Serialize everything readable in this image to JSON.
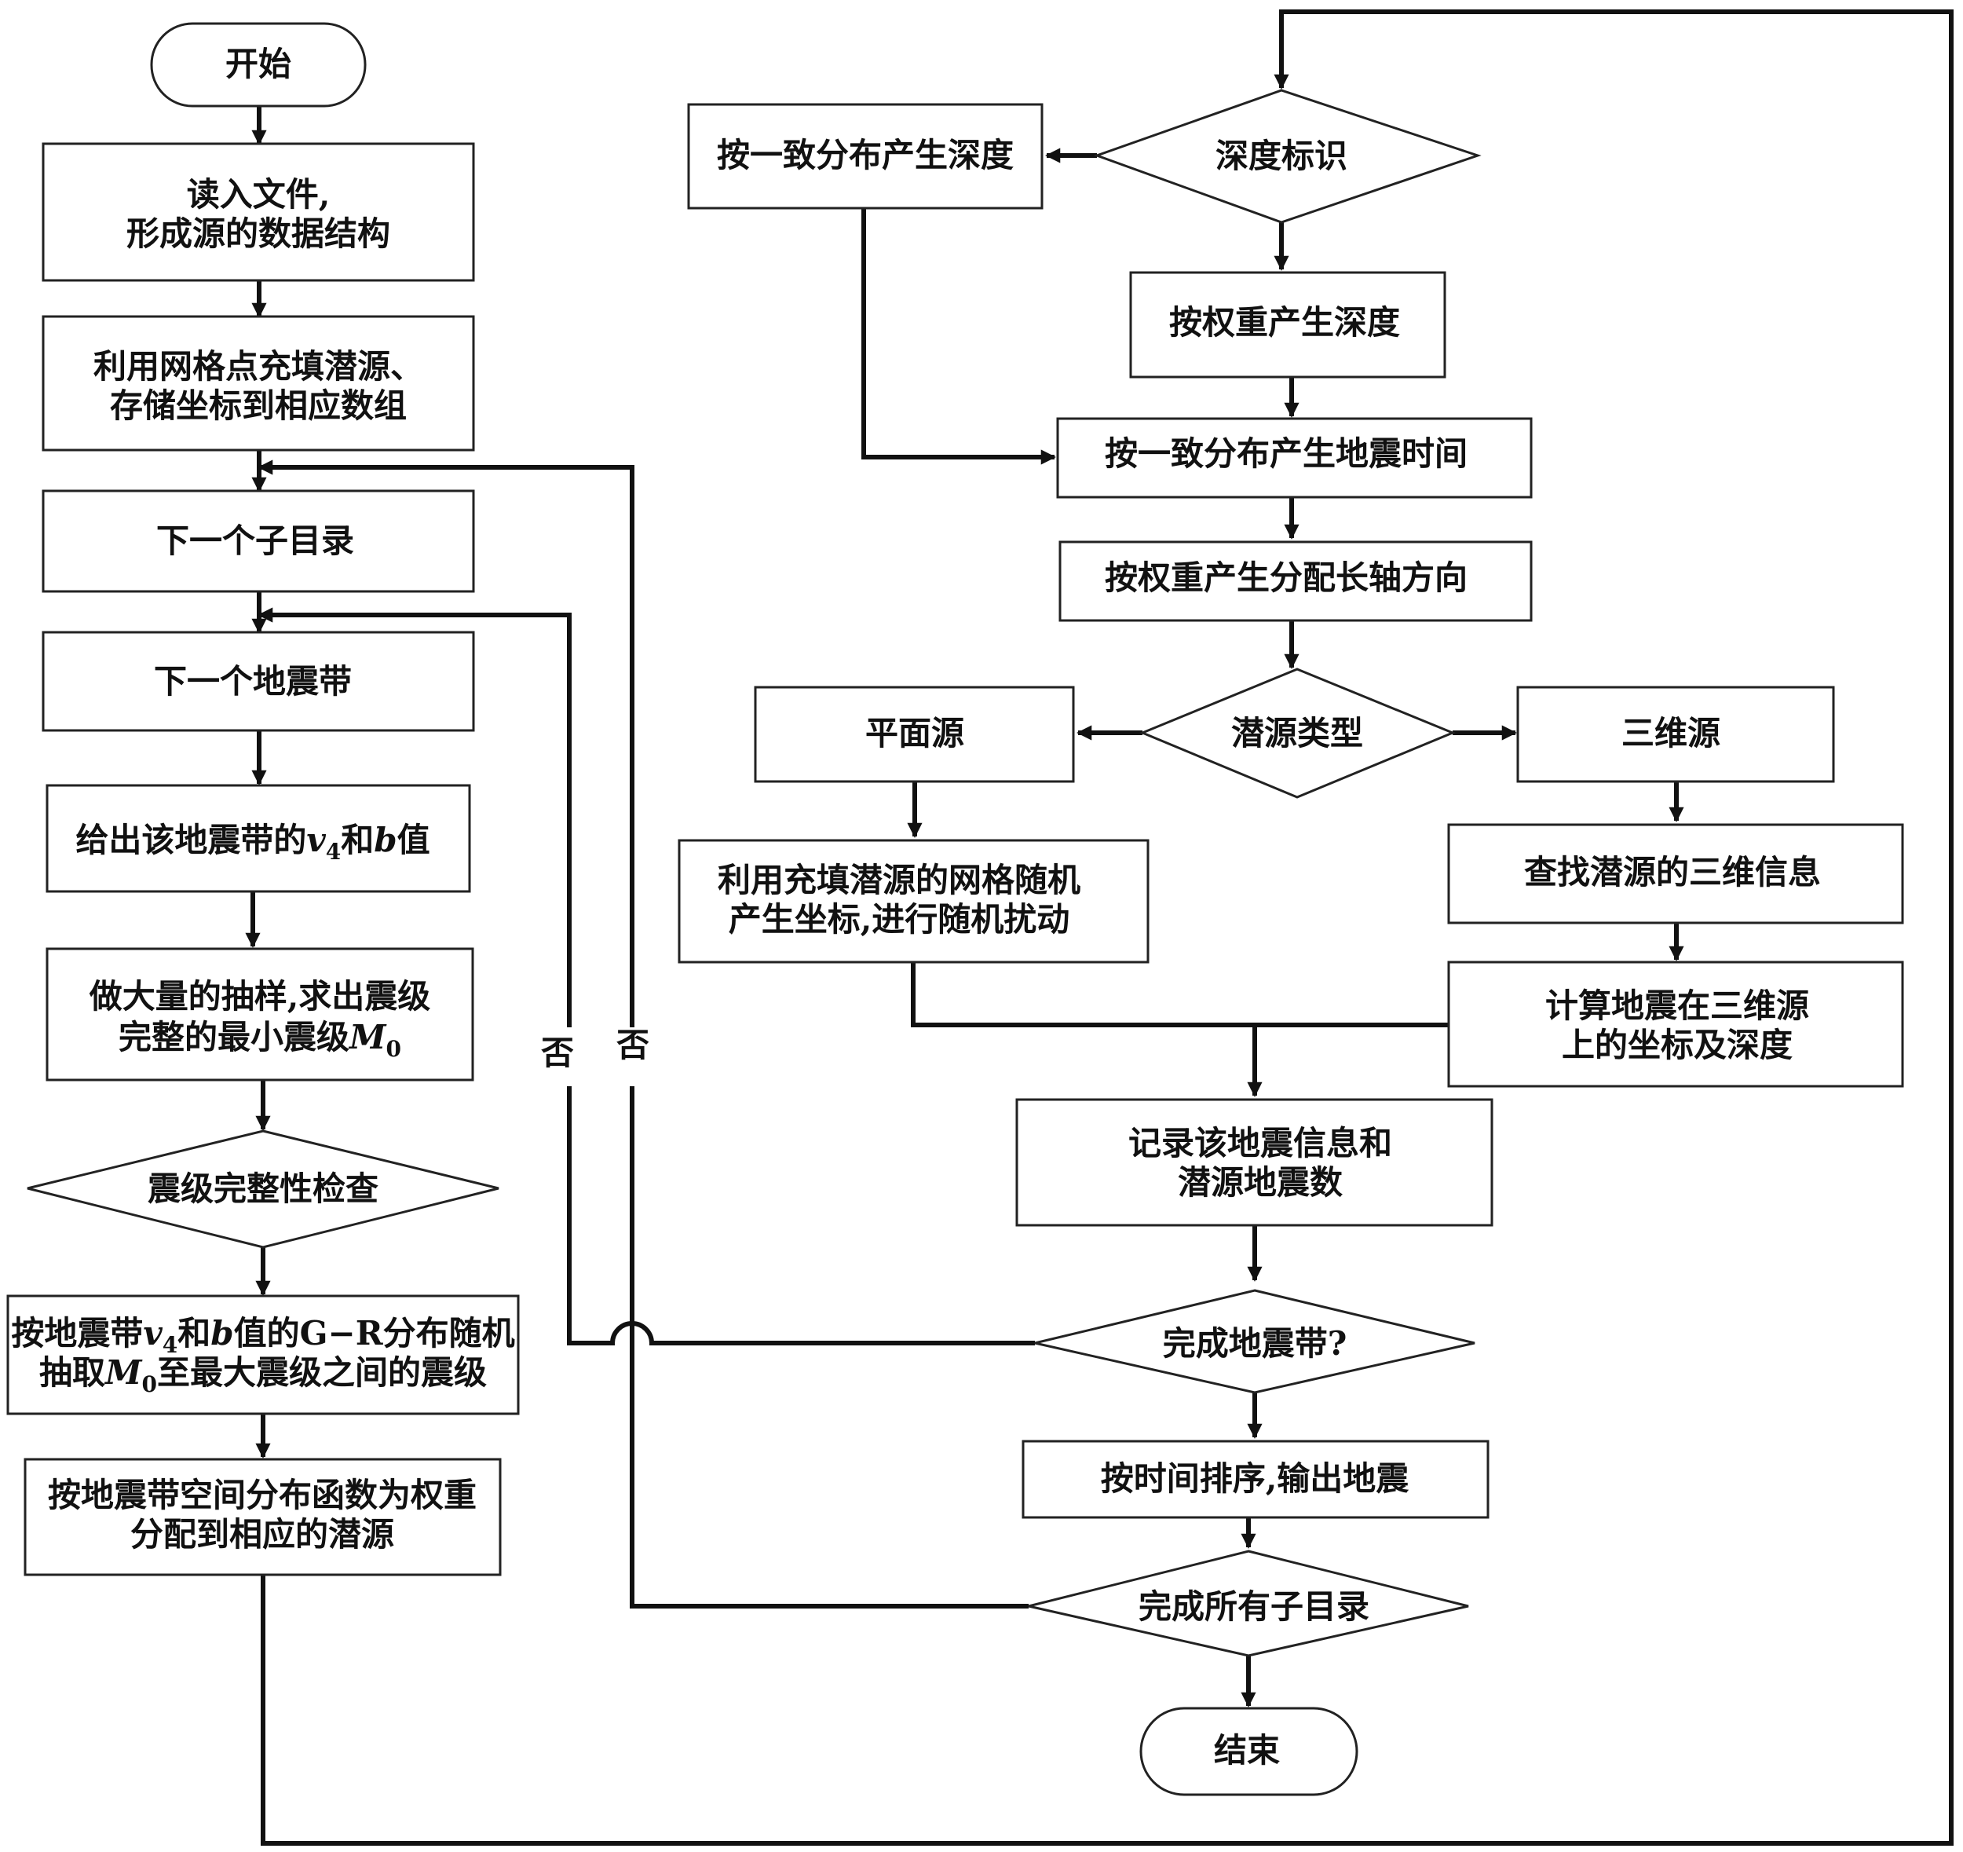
{
  "nodes": {
    "start": "开始",
    "read_file_1": "读入文件,",
    "read_file_2": "形成源的数据结构",
    "fill_grid_1": "利用网格点充填潜源、",
    "fill_grid_2": "存储坐标到相应数组",
    "next_subdir": "下一个子目录",
    "next_zone": "下一个地震带",
    "give_v4_b_prefix": "给出该地震带的",
    "give_v4_b_v": "v",
    "give_v4_b_sub": "4",
    "give_v4_b_and": "和",
    "give_v4_b_b": "b",
    "give_v4_b_suffix": "值",
    "sampling_1": "做大量的抽样,求出震级",
    "sampling_2_prefix": "完整的最小震级",
    "sampling_2_M": "M",
    "sampling_2_sub": "0",
    "completeness_check": "震级完整性检查",
    "gr_1_prefix": "按地震带",
    "gr_1_v": "v",
    "gr_1_sub": "4",
    "gr_1_and": "和",
    "gr_1_b": "b",
    "gr_1_suffix": "值的G−R分布随机",
    "gr_2_prefix": "抽取",
    "gr_2_M": "M",
    "gr_2_sub": "0",
    "gr_2_suffix": "至最大震级之间的震级",
    "assign_1": "按地震带空间分布函数为权重",
    "assign_2": "分配到相应的潜源",
    "depth_flag": "深度标识",
    "uniform_depth": "按一致分布产生深度",
    "weighted_depth": "按权重产生深度",
    "uniform_time": "按一致分布产生地震时间",
    "weighted_axis": "按权重产生分配长轴方向",
    "source_type": "潜源类型",
    "planar_source": "平面源",
    "three_d_source": "三维源",
    "random_coord_1": "利用充填潜源的网格随机",
    "random_coord_2": "产生坐标,进行随机扰动",
    "find_3d_info": "查找潜源的三维信息",
    "compute_3d_1": "计算地震在三维源",
    "compute_3d_2": "上的坐标及深度",
    "record_1": "记录该地震信息和",
    "record_2": "潜源地震数",
    "zone_done": "完成地震带?",
    "sort_output": "按时间排序,输出地震",
    "all_subdirs_done": "完成所有子目录",
    "end": "结束"
  },
  "labels": {
    "no_zone": "否",
    "no_subdir": "否"
  }
}
